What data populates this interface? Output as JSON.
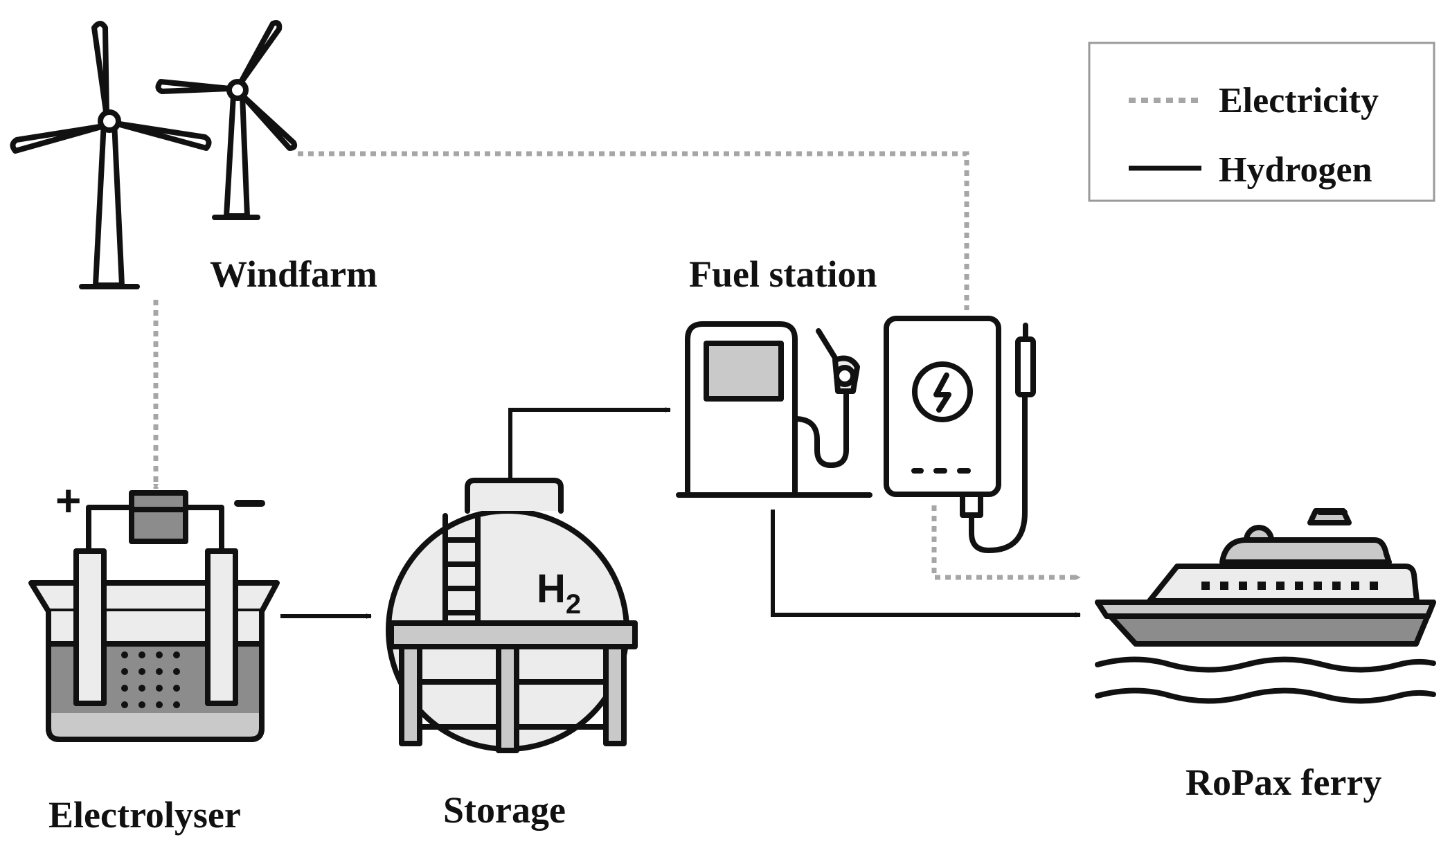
{
  "labels": {
    "windfarm": "Windfarm",
    "fuel_station": "Fuel station",
    "electrolyser": "Electrolyser",
    "storage": "Storage",
    "ferry": "RoPax ferry"
  },
  "legend": {
    "electricity": "Electricity",
    "hydrogen": "Hydrogen"
  },
  "tank_symbol": {
    "letter": "H",
    "subscript": "2"
  },
  "terminals": {
    "plus": "+",
    "minus": "−"
  },
  "colors": {
    "line": "#111111",
    "electricity": "#a6a6a6",
    "fill_light": "#ececec",
    "fill_mid": "#c9c9c9",
    "fill_dark": "#8c8c8c"
  }
}
